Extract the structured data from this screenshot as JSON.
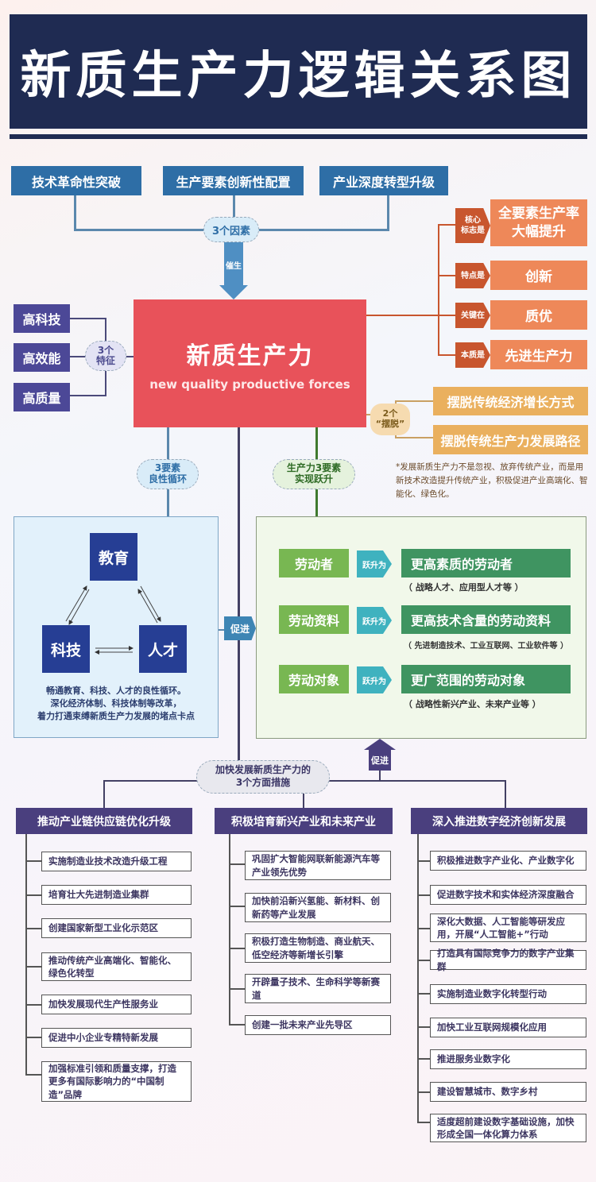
{
  "title": "新质生产力逻辑关系图",
  "factors": {
    "items": [
      "技术革命性突破",
      "生产要素创新性配置",
      "产业深度转型升级"
    ],
    "hub_label": "3个因素",
    "arrow_label": "催生"
  },
  "core": {
    "title_cn": "新质生产力",
    "title_en": "new quality productive forces"
  },
  "features": {
    "items": [
      "高科技",
      "高效能",
      "高质量"
    ],
    "hub_line1": "3个",
    "hub_line2": "特征"
  },
  "attributes": [
    {
      "tag_line1": "核心",
      "tag_line2": "标志是",
      "value_line1": "全要素生产率",
      "value_line2": "大幅提升"
    },
    {
      "tag_line1": "特点是",
      "tag_line2": "",
      "value_line1": "创新",
      "value_line2": ""
    },
    {
      "tag_line1": "关键在",
      "tag_line2": "",
      "value_line1": "质优",
      "value_line2": ""
    },
    {
      "tag_line1": "本质是",
      "tag_line2": "",
      "value_line1": "先进生产力",
      "value_line2": ""
    }
  ],
  "breakaway": {
    "hub_line1": "2个",
    "hub_line2": "“摆脱”",
    "items": [
      "摆脱传统经济增长方式",
      "摆脱传统生产力发展路径"
    ],
    "note": "*发展新质生产力不是忽视、放弃传统产业，而是用新技术改造提升传统产业，积极促进产业高端化、智能化、绿色化。"
  },
  "cycle": {
    "hub_line1": "3要素",
    "hub_line2": "良性循环",
    "nodes": [
      "教育",
      "科技",
      "人才"
    ],
    "desc_line1": "畅通教育、科技、人才的良性循环。",
    "desc_line2": "深化经济体制、科技体制等改革，",
    "desc_line3": "着力打通束缚新质生产力发展的堵点卡点",
    "promote_label": "促进"
  },
  "leap": {
    "hub_line1": "生产力3要素",
    "hub_line2": "实现跃升",
    "arrow_label": "跃升为",
    "rows": [
      {
        "from": "劳动者",
        "to": "更高素质的劳动者",
        "note": "（ 战略人才、应用型人才等 ）"
      },
      {
        "from": "劳动资料",
        "to": "更高技术含量的劳动资料",
        "note": "（ 先进制造技术、工业互联网、工业软件等 ）"
      },
      {
        "from": "劳动对象",
        "to": "更广范围的劳动对象",
        "note": "（ 战略性新兴产业、未来产业等 ）"
      }
    ]
  },
  "measures": {
    "hub_line1": "加快发展新质生产力的",
    "hub_line2": "3个方面措施",
    "promote_label": "促进",
    "columns": [
      {
        "heading": "推动产业链供应链优化升级",
        "items": [
          "实施制造业技术改造升级工程",
          "培育壮大先进制造业集群",
          "创建国家新型工业化示范区",
          "推动传统产业高端化、智能化、绿色化转型",
          "加快发展现代生产性服务业",
          "促进中小企业专精特新发展",
          "加强标准引领和质量支撑，打造更多有国际影响力的“中国制造”品牌"
        ]
      },
      {
        "heading": "积极培育新兴产业和未来产业",
        "items": [
          "巩固扩大智能网联新能源汽车等产业领先优势",
          "加快前沿新兴氢能、新材料、创新药等产业发展",
          "积极打造生物制造、商业航天、低空经济等新增长引擎",
          "开辟量子技术、生命科学等新赛道",
          "创建一批未来产业先导区"
        ]
      },
      {
        "heading": "深入推进数字经济创新发展",
        "items": [
          "积极推进数字产业化、产业数字化",
          "促进数字技术和实体经济深度融合",
          "深化大数据、人工智能等研发应用，开展“人工智能+”行动",
          "打造具有国际竞争力的数字产业集群",
          "实施制造业数字化转型行动",
          "加快工业互联网规模化应用",
          "推进服务业数字化",
          "建设智慧城市、数字乡村",
          "适度超前建设数字基础设施，加快形成全国一体化算力体系"
        ]
      }
    ]
  }
}
